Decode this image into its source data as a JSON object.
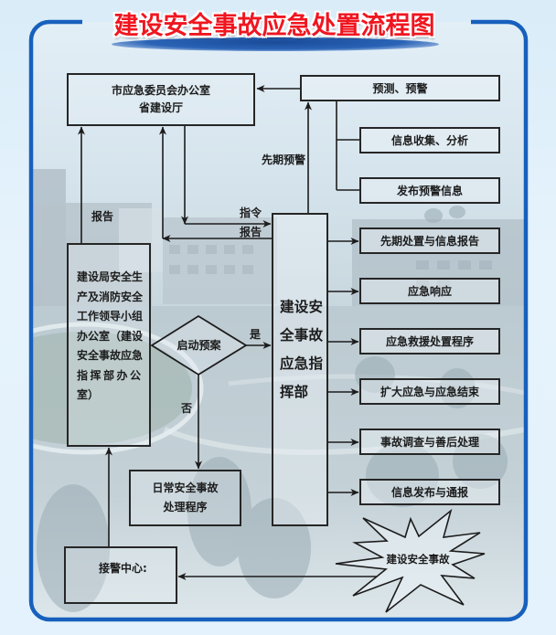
{
  "title": "建设安全事故应急处置流程图",
  "nodes": {
    "city_office": {
      "lines": [
        "市应急委员会办公室",
        "省建设厅"
      ]
    },
    "forecast": {
      "label": "预测、预警"
    },
    "info_collect": {
      "label": "信息收集、分析"
    },
    "publish_warning": {
      "label": "发布预警信息"
    },
    "command_hq": {
      "lines": [
        "建设安",
        "全事故",
        "应急指",
        "挥部"
      ]
    },
    "bureau_office": {
      "lines": [
        "建设局安全生",
        "产及消防安全",
        "工作领导小组",
        "办公室（建设",
        "安全事故应急",
        "指挥部办公",
        "室）"
      ]
    },
    "decision": {
      "label": "启动预案"
    },
    "daily_procedure": {
      "lines": [
        "日常安全事故",
        "处理程序"
      ]
    },
    "alarm_center": {
      "label": "接警中心:"
    },
    "incident": {
      "label": "建设安全事故"
    }
  },
  "command_outputs": [
    {
      "label": "先期处置与信息报告"
    },
    {
      "label": "应急响应"
    },
    {
      "label": "应急救援处置程序"
    },
    {
      "label": "扩大应急与应急结束"
    },
    {
      "label": "事故调查与善后处理"
    },
    {
      "label": "信息发布与通报"
    }
  ],
  "edge_labels": {
    "bureau_report": "报告",
    "instruction": "指令",
    "command_report": "报告",
    "early_warning": "先期预警",
    "yes": "是",
    "no": "否"
  },
  "colors": {
    "title_text": "#ef1620",
    "frame": "#1760bd",
    "box_border": "#262626",
    "page_background": "#e3f2fc"
  }
}
